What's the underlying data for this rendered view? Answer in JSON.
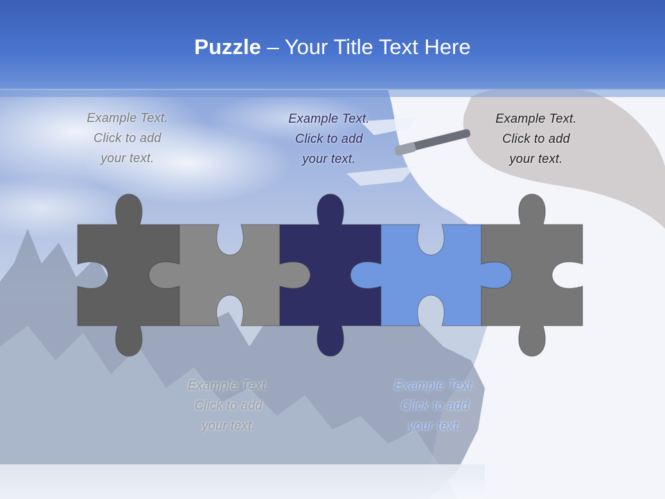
{
  "slide": {
    "title_bold": "Puzzle",
    "title_rest": " – Your Title Text Here",
    "captions": [
      {
        "id": "caption-1",
        "line1": "Example Text.",
        "line2": "Click  to add",
        "line3": "your text."
      },
      {
        "id": "caption-2",
        "line1": "Example Text.",
        "line2": "Click  to add",
        "line3": "your text."
      },
      {
        "id": "caption-3",
        "line1": "Example Text.",
        "line2": "Click  to add",
        "line3": "your text."
      },
      {
        "id": "caption-4",
        "line1": "Example Text.",
        "line2": "Click  to add",
        "line3": "your text."
      },
      {
        "id": "caption-5",
        "line1": "Example Text.",
        "line2": "Click  to add",
        "line3": "your text."
      }
    ]
  },
  "colors": {
    "header_blue": "#3f69c4",
    "piece_dark_grey": "#5f5f5f",
    "piece_light_grey": "#888888",
    "piece_navy": "#2f2f63",
    "piece_cornflower": "#7098e0",
    "piece_grey": "#777777"
  },
  "icons": [
    "puzzle-piece-icon",
    "paintbrush-icon"
  ]
}
